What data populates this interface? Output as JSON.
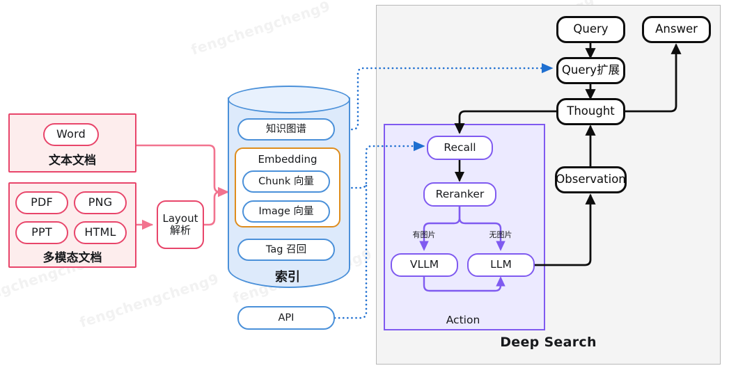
{
  "watermark": {
    "text": "fengchengcheng9"
  },
  "colors": {
    "pink": "#e8456a",
    "pink_fill": "#fdeded",
    "blue": "#4a90d9",
    "blue_fill": "#ddeafb",
    "orange": "#de8c1c",
    "purple": "#7f5af0",
    "purple_fill": "#eceaff",
    "black": "#0d0d0d",
    "panel_fill": "#f4f4f4",
    "panel_border": "#b8b8b8",
    "dotted_blue": "#1f6fd0"
  },
  "ingest": {
    "text_group": {
      "caption": "文本文档",
      "items": [
        {
          "label": "Word"
        }
      ]
    },
    "multimodal_group": {
      "caption": "多模态文档",
      "items": [
        {
          "label": "PDF"
        },
        {
          "label": "PNG"
        },
        {
          "label": "PPT"
        },
        {
          "label": "HTML"
        }
      ]
    },
    "layout_node": {
      "line1": "Layout",
      "line2": "解析"
    }
  },
  "index": {
    "caption": "索引",
    "items": [
      {
        "label": "知识图谱"
      },
      {
        "label": "Tag 召回"
      }
    ],
    "embedding": {
      "title": "Embedding",
      "items": [
        {
          "label": "Chunk 向量"
        },
        {
          "label": "Image 向量"
        }
      ]
    },
    "api": {
      "label": "API"
    }
  },
  "deep_search": {
    "caption": "Deep Search",
    "nodes": [
      {
        "id": "query",
        "label": "Query"
      },
      {
        "id": "answer",
        "label": "Answer"
      },
      {
        "id": "query_expand",
        "label": "Query扩展"
      },
      {
        "id": "thought",
        "label": "Thought"
      },
      {
        "id": "observation",
        "label": "Observation"
      }
    ],
    "action": {
      "caption": "Action",
      "nodes": [
        {
          "id": "recall",
          "label": "Recall"
        },
        {
          "id": "reranker",
          "label": "Reranker"
        },
        {
          "id": "vllm",
          "label": "VLLM"
        },
        {
          "id": "llm",
          "label": "LLM"
        }
      ],
      "branch_labels": [
        {
          "id": "has_image",
          "label": "有图片"
        },
        {
          "id": "no_image",
          "label": "无图片"
        }
      ]
    }
  },
  "chart_data": {
    "type": "diagram",
    "title": "Deep Search RAG pipeline",
    "edges": [
      {
        "from": "文本文档",
        "to": "索引",
        "style": "solid-pink"
      },
      {
        "from": "多模态文档",
        "to": "Layout 解析",
        "style": "solid-pink"
      },
      {
        "from": "Layout 解析",
        "to": "索引",
        "style": "solid-pink"
      },
      {
        "from": "知识图谱",
        "to": "Query扩展",
        "style": "dotted-blue"
      },
      {
        "from": "Embedding",
        "to": "Recall",
        "style": "dotted-blue"
      },
      {
        "from": "API",
        "to": "Recall",
        "style": "dotted-blue"
      },
      {
        "from": "Query",
        "to": "Query扩展",
        "style": "solid-black"
      },
      {
        "from": "Query扩展",
        "to": "Thought",
        "style": "solid-black"
      },
      {
        "from": "Thought",
        "to": "Recall",
        "style": "solid-black"
      },
      {
        "from": "Thought",
        "to": "Answer",
        "style": "solid-black"
      },
      {
        "from": "Recall",
        "to": "Reranker",
        "style": "solid-black"
      },
      {
        "from": "Reranker",
        "to": "VLLM",
        "style": "solid-purple",
        "label": "有图片"
      },
      {
        "from": "Reranker",
        "to": "LLM",
        "style": "solid-purple",
        "label": "无图片"
      },
      {
        "from": "VLLM",
        "to": "LLM",
        "style": "solid-purple"
      },
      {
        "from": "LLM",
        "to": "Observation",
        "style": "solid-black"
      },
      {
        "from": "Observation",
        "to": "Thought",
        "style": "solid-black"
      }
    ]
  }
}
